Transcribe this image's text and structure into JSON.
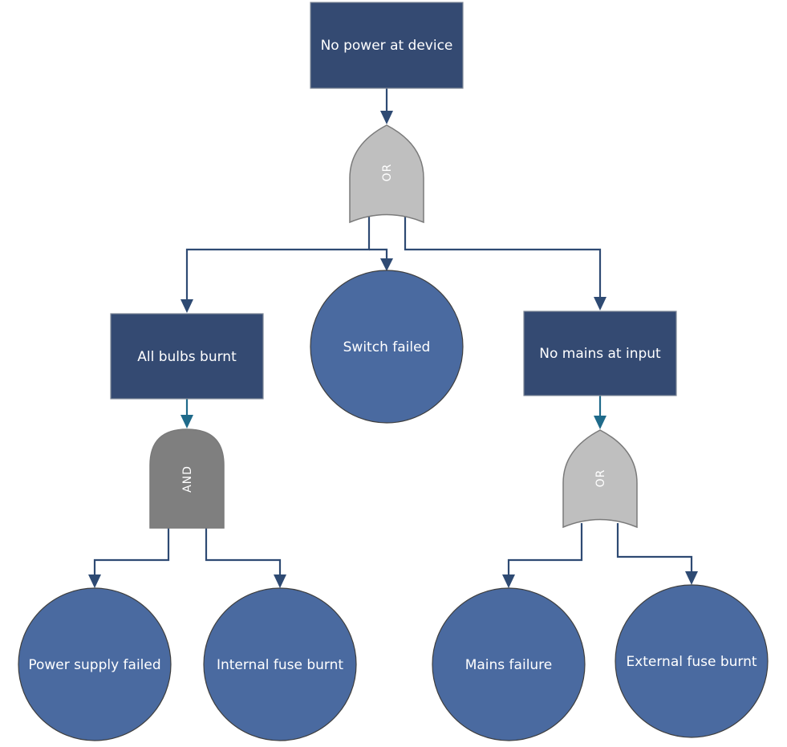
{
  "colors": {
    "rect_fill": "#344a72",
    "circle_fill": "#4a6aa0",
    "or_gate_fill": "#bfbfbf",
    "and_gate_fill": "#7f7f7f",
    "connector": "#2e4a73",
    "connector_teal": "#1f6a8a"
  },
  "nodes": {
    "top": {
      "label": "No power at device"
    },
    "bulbs": {
      "label": "All bulbs burnt"
    },
    "switch": {
      "label": "Switch failed"
    },
    "mains_input": {
      "label": "No mains at input"
    },
    "power_supply": {
      "label": "Power supply failed"
    },
    "internal_fuse": {
      "label": "Internal fuse burnt"
    },
    "mains_failure": {
      "label": "Mains failure"
    },
    "external_fuse": {
      "label": "External fuse burnt"
    }
  },
  "gates": {
    "or_top": {
      "label": "OR"
    },
    "and_left": {
      "label": "AND"
    },
    "or_right": {
      "label": "OR"
    }
  }
}
